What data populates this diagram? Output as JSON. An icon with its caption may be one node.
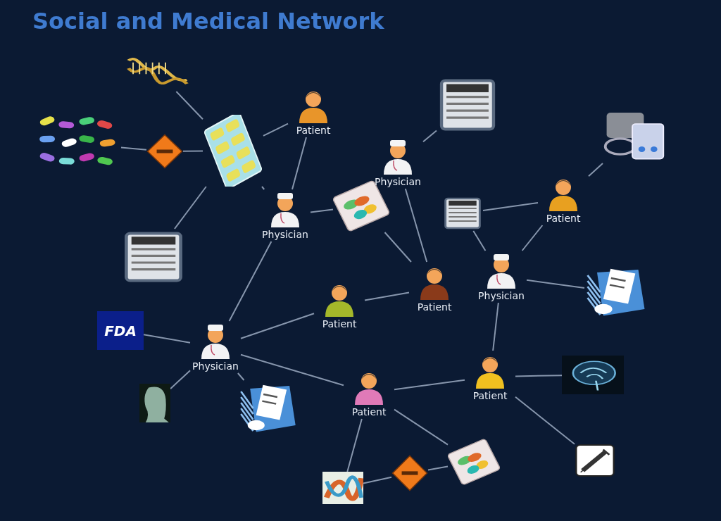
{
  "diagram": {
    "title": "Social and Medical Network",
    "nodes": [
      {
        "text": [],
        "shape": "picture"
      },
      {
        "text": [],
        "shape": "picture"
      },
      {
        "text": [],
        "shape": "diamond"
      },
      {
        "text": [],
        "shape": "picture"
      },
      {
        "text": [
          "Patient"
        ]
      },
      {
        "text": [
          "Physician"
        ]
      },
      {
        "text": [],
        "shape": "picture"
      },
      {
        "text": [],
        "shape": "picture"
      },
      {
        "text": [
          "Physician"
        ]
      },
      {
        "text": [],
        "shape": "picture"
      },
      {
        "text": [],
        "shape": "picture"
      },
      {
        "text": [
          "Patient"
        ]
      },
      {
        "text": [],
        "shape": "picture"
      },
      {
        "text": [
          "Physician"
        ]
      },
      {
        "text": [
          "Patient"
        ]
      },
      {
        "text": [
          "Patient"
        ]
      },
      {
        "text": [],
        "shape": "picture"
      },
      {
        "text": [
          "FDA"
        ]
      },
      {
        "text": [
          "Physician"
        ]
      },
      {
        "text": [],
        "shape": "picture"
      },
      {
        "text": [],
        "shape": "picture"
      },
      {
        "text": [
          "Patient"
        ]
      },
      {
        "text": [
          "Patient"
        ]
      },
      {
        "text": [],
        "shape": "picture"
      },
      {
        "text": [],
        "shape": "picture"
      },
      {
        "text": [],
        "shape": "picture"
      },
      {
        "text": [],
        "shape": "diamond"
      },
      {
        "text": [],
        "shape": "picture"
      }
    ],
    "edges": [
      {
        "from": 0,
        "to": 3,
        "arrow": "none"
      },
      {
        "from": 1,
        "to": 2,
        "arrow": "none"
      },
      {
        "from": 2,
        "to": 3,
        "arrow": "none"
      },
      {
        "from": 4,
        "to": 3,
        "arrow": "none"
      },
      {
        "from": 4,
        "to": 5,
        "arrow": "none"
      },
      {
        "from": 3,
        "to": 5,
        "arrow": "none"
      },
      {
        "from": 3,
        "to": 6,
        "arrow": "none"
      },
      {
        "from": 5,
        "to": 7,
        "arrow": "none"
      },
      {
        "from": 7,
        "to": 14,
        "arrow": "none"
      },
      {
        "from": 8,
        "to": 14,
        "arrow": "none"
      },
      {
        "from": 8,
        "to": 9,
        "arrow": "none"
      },
      {
        "from": 12,
        "to": 11,
        "arrow": "none"
      },
      {
        "from": 11,
        "to": 10,
        "arrow": "none"
      },
      {
        "from": 11,
        "to": 13,
        "arrow": "none"
      },
      {
        "from": 12,
        "to": 13,
        "arrow": "none"
      },
      {
        "from": 13,
        "to": 16,
        "arrow": "none"
      },
      {
        "from": 13,
        "to": 22,
        "arrow": "none"
      },
      {
        "from": 5,
        "to": 18,
        "arrow": "none"
      },
      {
        "from": 18,
        "to": 15,
        "arrow": "none"
      },
      {
        "from": 15,
        "to": 14,
        "arrow": "none"
      },
      {
        "from": 17,
        "to": 18,
        "arrow": "none"
      },
      {
        "from": 18,
        "to": 19,
        "arrow": "none"
      },
      {
        "from": 18,
        "to": 20,
        "arrow": "none"
      },
      {
        "from": 18,
        "to": 21,
        "arrow": "none"
      },
      {
        "from": 21,
        "to": 22,
        "arrow": "none"
      },
      {
        "from": 22,
        "to": 23,
        "arrow": "none"
      },
      {
        "from": 22,
        "to": 24,
        "arrow": "none"
      },
      {
        "from": 21,
        "to": 25,
        "arrow": "none"
      },
      {
        "from": 25,
        "to": 26,
        "arrow": "none"
      },
      {
        "from": 26,
        "to": 27,
        "arrow": "none"
      },
      {
        "from": 21,
        "to": 27,
        "arrow": "none"
      }
    ]
  }
}
